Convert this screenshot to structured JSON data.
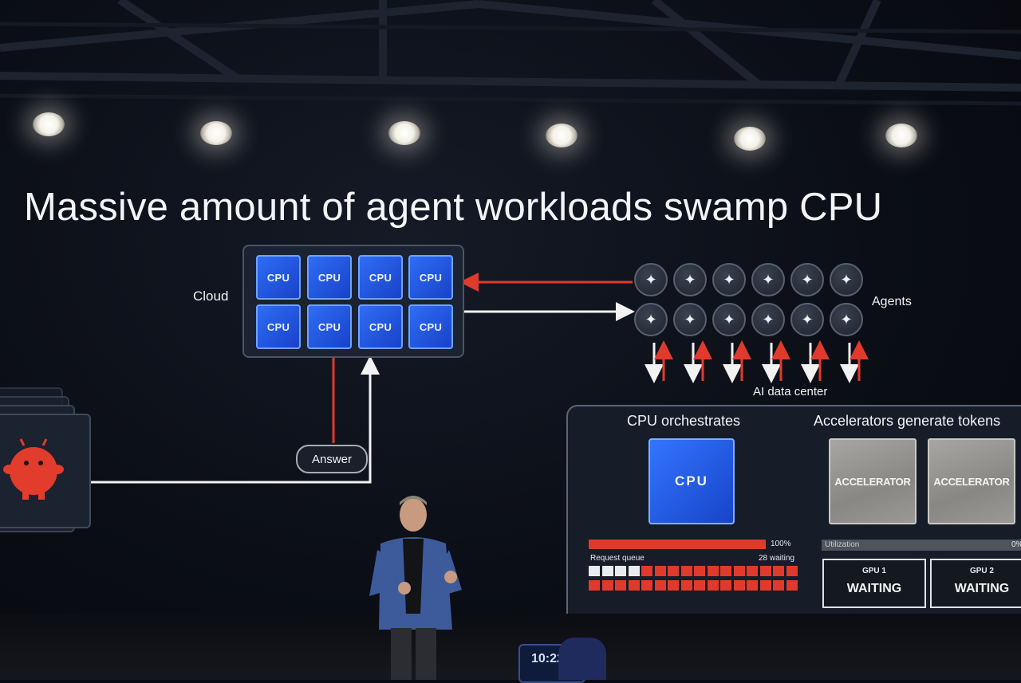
{
  "slide": {
    "title": "Massive amount of agent workloads swamp CPU",
    "cloud_label": "Cloud",
    "cpu_tiles": [
      "CPU",
      "CPU",
      "CPU",
      "CPU",
      "CPU",
      "CPU",
      "CPU",
      "CPU"
    ],
    "agents_label": "Agents",
    "agent_count": 12,
    "ai_dc_label": "AI data center",
    "answer_label": "Answer",
    "cpu_section_title": "CPU orchestrates",
    "cpu_big_label": "CPU",
    "accel_section_title": "Accelerators generate tokens",
    "accelerators": [
      "ACCELERATOR",
      "ACCELERATOR"
    ],
    "cpu_load_pct": "100%",
    "cpu_load_value": 1.0,
    "request_queue_label": "Request queue",
    "waiting_label": "28 waiting",
    "queue_total": 32,
    "queue_idle": 4,
    "utilization_label": "Utilization",
    "utilization_pct": "0%",
    "gpus": [
      {
        "name": "GPU 1",
        "status": "WAITING"
      },
      {
        "name": "GPU 2",
        "status": "WAITING"
      }
    ],
    "colors": {
      "accent_red": "#e03a2c",
      "cpu_blue": "#2a63f0",
      "arrow_white": "#f2f2f2"
    },
    "icons": {
      "agent": "sparkle-icon",
      "user": "red-robot-mascot-icon"
    }
  },
  "phone_clock": "10:22"
}
